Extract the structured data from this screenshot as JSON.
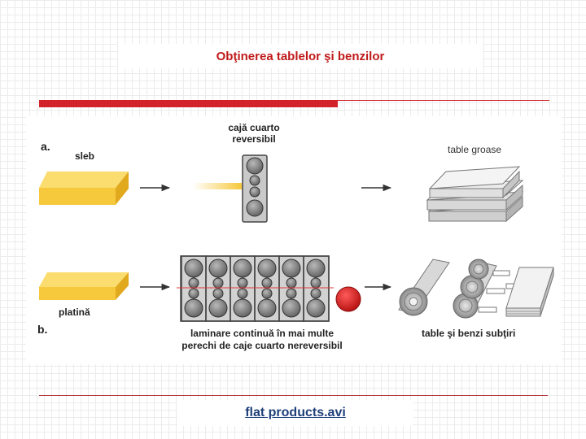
{
  "slide": {
    "title": "Obţinerea tablelor şi benzilor",
    "link_text": "flat products.avi"
  },
  "diagram": {
    "label_a": "a.",
    "label_b": "b.",
    "slab_label": "sleb",
    "plate_label": "platină",
    "reversing_stand_label_1": "cajă cuarto",
    "reversing_stand_label_2": "reversibil",
    "thick_sheets_label": "table groase",
    "continuous_label_1": "laminare continuă în mai multe",
    "continuous_label_2": "perechi de caje cuarto nereversibil",
    "thin_sheets_label": "table şi benzi subţiri"
  },
  "colors": {
    "accent_red": "#d2232a",
    "slab_yellow": "#f6c83c",
    "roll_gray": "#7d7d7d",
    "title_red": "#c01a1a"
  }
}
